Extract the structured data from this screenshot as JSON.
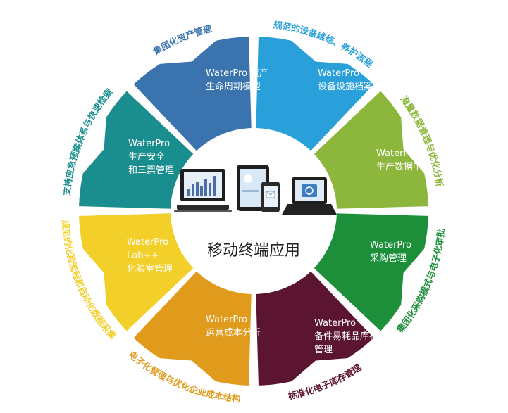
{
  "diagram": {
    "center_title": "移动终端应用",
    "segments": [
      {
        "id": "asset-lifecycle",
        "label": [
          "WaterPro 资产",
          "生命周期模型"
        ],
        "outer": "集团化资产管理",
        "color": "#3a73ad"
      },
      {
        "id": "equipment-archive",
        "label": [
          "WaterPro",
          "设备设施档案"
        ],
        "outer": "规范的设备维修、养护流程",
        "color": "#2aa0db"
      },
      {
        "id": "production-data",
        "label": [
          "WaterPro",
          "生产数据中心"
        ],
        "outer": "海量数据管理与优化分析",
        "color": "#8db63c"
      },
      {
        "id": "procurement",
        "label": [
          "WaterPro",
          "采购管理"
        ],
        "outer": "集团化采购模式与电子化审批",
        "color": "#1d8f3a"
      },
      {
        "id": "spare-parts",
        "label": [
          "WaterPro",
          "备件易耗品库存",
          "管理"
        ],
        "outer": "标准化电子库存管理",
        "color": "#5c1530"
      },
      {
        "id": "operating-cost",
        "label": [
          "WaterPro",
          "运营成本分析"
        ],
        "outer": "电子化管理与优化企业成本结构",
        "color": "#e19b1c"
      },
      {
        "id": "lab",
        "label": [
          "WaterPro",
          "Lab++",
          "化验室管理"
        ],
        "outer": "规范的化验流程和自动化数据采集",
        "color": "#f3cf2a"
      },
      {
        "id": "safety-tickets",
        "label": [
          "WaterPro",
          "生产安全",
          "和三票管理"
        ],
        "outer": "支持应急预案体系与快速检索",
        "color": "#1a8e8e"
      }
    ]
  }
}
